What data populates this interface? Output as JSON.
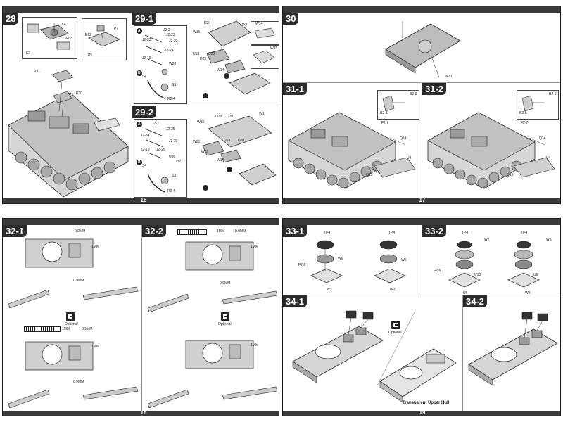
{
  "pages": {
    "p16": "16",
    "p17": "17",
    "p18": "18",
    "p19": "19"
  },
  "steps": {
    "s28": "28",
    "s29_1": "29-1",
    "s29_2": "29-2",
    "s30": "30",
    "s31_1": "31-1",
    "s31_2": "31-2",
    "s32_1": "32-1",
    "s32_2": "32-2",
    "s33_1": "33-1",
    "s33_2": "33-2",
    "s34_1": "34-1",
    "s34_2": "34-2"
  },
  "parts": {
    "l4": "L4",
    "w07": "W07",
    "e3": "E3",
    "e12": "E12",
    "p7": "P7",
    "p5": "P5",
    "p31": "P31",
    "p30": "P30",
    "j2_2": "J2-2",
    "j2_25": "J2-25",
    "j2_23": "J2-23",
    "j2_22": "J2-22",
    "j2_24": "J2-24",
    "j2_19": "J2-19",
    "j2_34": "J2-34",
    "w20": "W20",
    "s4": "S4",
    "s3": "S3",
    "r2_4": "R2-4",
    "d20": "D20",
    "w1": "W1",
    "w15": "W15",
    "w14": "W14",
    "u13": "U13",
    "d23": "D23",
    "w21": "W21",
    "w22": "W22",
    "u36": "U36",
    "u37": "U37",
    "w30": "W30",
    "b2_9": "B2-9",
    "b2_8": "B2-8",
    "f2_7": "F2-7",
    "q14": "Q14",
    "u4": "U4",
    "q15": "Q15",
    "tp4": "TP4",
    "w6": "W6",
    "w5": "W5",
    "w3": "W3",
    "w2": "W2",
    "f2_6": "F2-6",
    "w7": "W7",
    "w8": "W8",
    "u10": "U10",
    "u9": "U9",
    "u6": "U6"
  },
  "text": {
    "t09": "0.9MM",
    "t1": "1MM",
    "t1b": "1MM",
    "t09b": "0.9MM",
    "optional": "Optional",
    "transparent": "Transparent Upper Hull",
    "markA": "A",
    "markB": "B"
  },
  "colors": {
    "bar": "#3a3a3a",
    "ink": "#222222",
    "fill": "#bdbdbd"
  }
}
